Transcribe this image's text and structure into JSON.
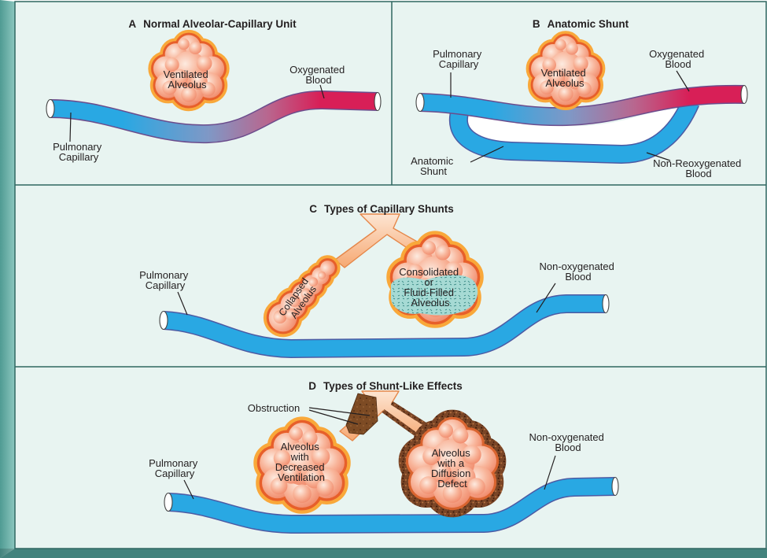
{
  "panel_a": {
    "letter": "A",
    "title": "Normal Alveolar-Capillary Unit",
    "alveolus_label": [
      "Ventilated",
      "Alveolus"
    ],
    "oxygenated_label": [
      "Oxygenated",
      "Blood"
    ],
    "capillary_label": [
      "Pulmonary",
      "Capillary"
    ]
  },
  "panel_b": {
    "letter": "B",
    "title": "Anatomic Shunt",
    "capillary_label": [
      "Pulmonary",
      "Capillary"
    ],
    "alveolus_label": [
      "Ventilated",
      "Alveolus"
    ],
    "oxygenated_label": [
      "Oxygenated",
      "Blood"
    ],
    "shunt_label": [
      "Anatomic",
      "Shunt"
    ],
    "non_reoxygenated_label": [
      "Non-Reoxygenated",
      "Blood"
    ]
  },
  "panel_c": {
    "letter": "C",
    "title": "Types of Capillary Shunts",
    "capillary_label": [
      "Pulmonary",
      "Capillary"
    ],
    "collapsed_label": [
      "Collapsed",
      "Alveolus"
    ],
    "consolidated_label": [
      "Consolidated",
      "or",
      "Fluid-Filled",
      "Alveolus"
    ],
    "non_oxygenated_label": [
      "Non-oxygenated",
      "Blood"
    ]
  },
  "panel_d": {
    "letter": "D",
    "title": "Types of Shunt-Like Effects",
    "obstruction_label": "Obstruction",
    "decreased_ventilation_label": [
      "Alveolus",
      "with",
      "Decreased",
      "Ventilation"
    ],
    "diffusion_defect_label": [
      "Alveolus",
      "with a",
      "Diffusion",
      "Defect"
    ],
    "non_oxygenated_label": [
      "Non-oxygenated",
      "Blood"
    ],
    "capillary_label": [
      "Pulmonary",
      "Capillary"
    ]
  },
  "colors": {
    "frame": "#4f9b93",
    "panel_background": "#e8f4f1",
    "divider": "#2f6661",
    "deoxygenated_blood": "#29a8e3",
    "oxygenated_blood": "#d81f57",
    "alveolus_rim": "#f9a83a",
    "alveolus_tissue": "#f0896a",
    "fluid": "#a6dad4",
    "diffusion_barrier": "#7a4526",
    "obstruction": "#7d4b24"
  }
}
